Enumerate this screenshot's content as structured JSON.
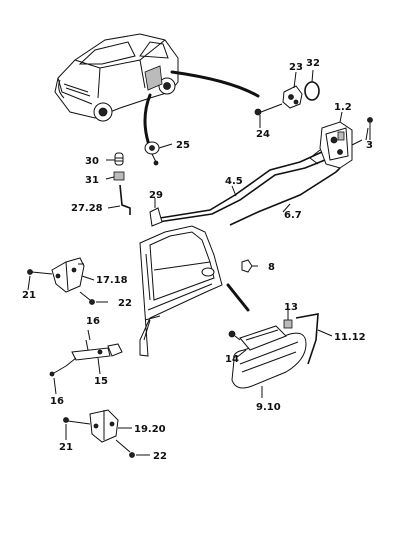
{
  "labels": {
    "l23": "23",
    "l32": "32",
    "l12": "1.2",
    "l24": "24",
    "l3": "3",
    "l25": "25",
    "l30": "30",
    "l31": "31",
    "l45": "4.5",
    "l29": "29",
    "l2728": "27.28",
    "l67": "6.7",
    "l8": "8",
    "l1718": "17.18",
    "l21a": "21",
    "l22a": "22",
    "l13": "13",
    "l1112": "11.12",
    "l16a": "16",
    "l14": "14",
    "l15": "15",
    "l16b": "16",
    "l910": "9.10",
    "l1920": "19.20",
    "l21b": "21",
    "l22b": "22"
  }
}
